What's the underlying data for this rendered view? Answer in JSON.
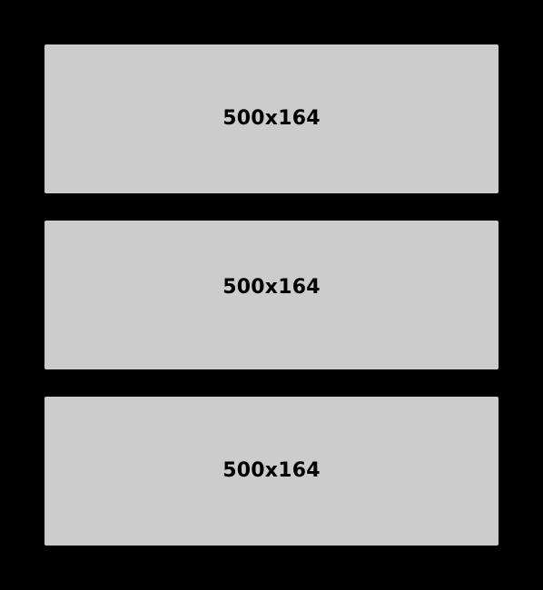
{
  "colors": {
    "background": "#000000",
    "placeholder_fill": "#cccccc",
    "label_text": "#000000"
  },
  "placeholders": [
    {
      "label": "500x164"
    },
    {
      "label": "500x164"
    },
    {
      "label": "500x164"
    }
  ]
}
